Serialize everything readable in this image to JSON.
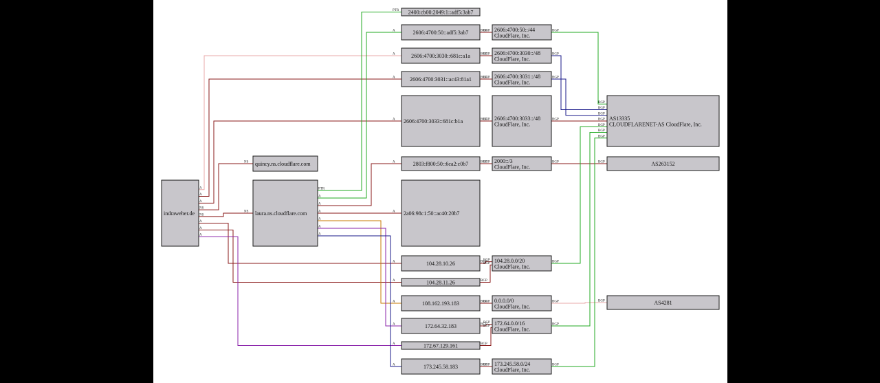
{
  "colors": {
    "red": "#8a1818",
    "pink": "#e8a8a8",
    "green": "#22aa22",
    "navy": "#1a1a8a",
    "purple": "#8a22aa",
    "orange": "#c87800",
    "node_fill": "#c8c6cb"
  },
  "nodes": [
    {
      "id": "domain",
      "lines": [
        "indraweher.de"
      ]
    },
    {
      "id": "quincy",
      "lines": [
        "quincy.ns.cloudflare.com"
      ]
    },
    {
      "id": "laura",
      "lines": [
        "laura.ns.cloudflare.com"
      ]
    },
    {
      "id": "ip6_top",
      "lines": [
        "2400:cb00:2049:1::adf5:3ab7"
      ]
    },
    {
      "id": "ip6_1",
      "lines": [
        "2606:4700:50::adf5:3ab7"
      ]
    },
    {
      "id": "ip6_2",
      "lines": [
        "2606:4700:3030::681c:a1a"
      ]
    },
    {
      "id": "ip6_3",
      "lines": [
        "2606:4700:3031::ac43:81a1"
      ]
    },
    {
      "id": "ip6_4",
      "lines": [
        "2606:4700:3033::681c:b1a"
      ]
    },
    {
      "id": "ip6_5",
      "lines": [
        "2803:f800:50::6ca2:c0b7"
      ]
    },
    {
      "id": "ip6_6",
      "lines": [
        "2a06:98c1:50::ac40:20b7"
      ]
    },
    {
      "id": "ip4_1",
      "lines": [
        "104.28.10.26"
      ]
    },
    {
      "id": "ip4_2",
      "lines": [
        "104.28.11.26"
      ]
    },
    {
      "id": "ip4_3",
      "lines": [
        "108.162.193.183"
      ]
    },
    {
      "id": "ip4_4",
      "lines": [
        "172.64.32.183"
      ]
    },
    {
      "id": "ip4_5",
      "lines": [
        "172.67.129.161"
      ]
    },
    {
      "id": "ip4_6",
      "lines": [
        "173.245.58.183"
      ]
    },
    {
      "id": "pfx_1",
      "lines": [
        "2606:4700:50::/44",
        "CloudFlare, Inc."
      ]
    },
    {
      "id": "pfx_2",
      "lines": [
        "2606:4700:3030::/48",
        "CloudFlare, Inc."
      ]
    },
    {
      "id": "pfx_3",
      "lines": [
        "2606:4700:3031::/48",
        "CloudFlare, Inc."
      ]
    },
    {
      "id": "pfx_4",
      "lines": [
        "2606:4700:3033::/48",
        "CloudFlare, Inc."
      ]
    },
    {
      "id": "pfx_5",
      "lines": [
        "2000::/3",
        "CloudFlare, Inc."
      ]
    },
    {
      "id": "pfx_6",
      "lines": [
        "104.28.0.0/20",
        "CloudFlare, Inc."
      ]
    },
    {
      "id": "pfx_7",
      "lines": [
        "0.0.0.0/0",
        "CloudFlare, Inc."
      ]
    },
    {
      "id": "pfx_8",
      "lines": [
        "172.64.0.0/16",
        "CloudFlare, Inc."
      ]
    },
    {
      "id": "pfx_9",
      "lines": [
        "173.245.58.0/24",
        "CloudFlare, Inc."
      ]
    },
    {
      "id": "as_cf",
      "lines": [
        "AS13335",
        "CLOUDFLARENET-AS CloudFlare, Inc."
      ]
    },
    {
      "id": "as_2",
      "lines": [
        "AS263152"
      ]
    },
    {
      "id": "as_3",
      "lines": [
        "AS4281"
      ]
    }
  ],
  "edges": [
    {
      "from": "domain",
      "to": "ip6_2",
      "label": "A",
      "color": "pink"
    },
    {
      "from": "domain",
      "to": "ip6_3",
      "label": "A",
      "color": "red"
    },
    {
      "from": "domain",
      "to": "ip6_4",
      "label": "A",
      "color": "red"
    },
    {
      "from": "domain",
      "to": "quincy",
      "label": "NS",
      "color": "red"
    },
    {
      "from": "domain",
      "to": "laura",
      "label": "NS",
      "color": "red"
    },
    {
      "from": "domain",
      "to": "ip4_1",
      "label": "A",
      "color": "red"
    },
    {
      "from": "domain",
      "to": "ip4_2",
      "label": "A",
      "color": "red"
    },
    {
      "from": "domain",
      "to": "ip4_5",
      "label": "A",
      "color": "purple"
    },
    {
      "from": "laura",
      "to": "ip6_top",
      "label": "PTR",
      "color": "green"
    },
    {
      "from": "laura",
      "to": "ip6_1",
      "label": "A",
      "color": "green"
    },
    {
      "from": "laura",
      "to": "ip6_5",
      "label": "A",
      "color": "red"
    },
    {
      "from": "laura",
      "to": "ip6_6",
      "label": "A",
      "color": "red"
    },
    {
      "from": "laura",
      "to": "ip4_3",
      "label": "A",
      "color": "orange"
    },
    {
      "from": "laura",
      "to": "ip4_4",
      "label": "A",
      "color": "purple"
    },
    {
      "from": "laura",
      "to": "ip4_6",
      "label": "A",
      "color": "navy"
    },
    {
      "from": "ip6_1",
      "to": "pfx_1",
      "label": "BGP",
      "color": "red"
    },
    {
      "from": "ip6_2",
      "to": "pfx_2",
      "label": "BGP",
      "color": "red"
    },
    {
      "from": "ip6_3",
      "to": "pfx_3",
      "label": "BGP",
      "color": "red"
    },
    {
      "from": "ip6_4",
      "to": "pfx_4",
      "label": "BGP",
      "color": "red"
    },
    {
      "from": "ip6_5",
      "to": "pfx_5",
      "label": "BGP",
      "color": "red"
    },
    {
      "from": "ip4_1",
      "to": "pfx_6",
      "label": "BGP",
      "color": "red"
    },
    {
      "from": "ip4_2",
      "to": "pfx_6",
      "label": "BGP",
      "color": "red"
    },
    {
      "from": "ip4_3",
      "to": "pfx_7",
      "label": "BGP",
      "color": "red"
    },
    {
      "from": "ip4_4",
      "to": "pfx_8",
      "label": "BGP",
      "color": "red"
    },
    {
      "from": "ip4_5",
      "to": "pfx_8",
      "label": "BGP",
      "color": "red"
    },
    {
      "from": "ip4_6",
      "to": "pfx_9",
      "label": "BGP",
      "color": "red"
    },
    {
      "from": "pfx_1",
      "to": "as_cf",
      "label": "BGP",
      "color": "green"
    },
    {
      "from": "pfx_2",
      "to": "as_cf",
      "label": "BGP",
      "color": "navy"
    },
    {
      "from": "pfx_3",
      "to": "as_cf",
      "label": "BGP",
      "color": "navy"
    },
    {
      "from": "pfx_4",
      "to": "as_cf",
      "label": "BGP",
      "color": "red"
    },
    {
      "from": "pfx_5",
      "to": "as_2",
      "label": "BGP",
      "color": "red"
    },
    {
      "from": "pfx_6",
      "to": "as_cf",
      "label": "BGP",
      "color": "green"
    },
    {
      "from": "pfx_7",
      "to": "as_3",
      "label": "BGP",
      "color": "pink"
    },
    {
      "from": "pfx_8",
      "to": "as_cf",
      "label": "BGP",
      "color": "green"
    },
    {
      "from": "pfx_9",
      "to": "as_cf",
      "label": "BGP",
      "color": "green"
    }
  ]
}
